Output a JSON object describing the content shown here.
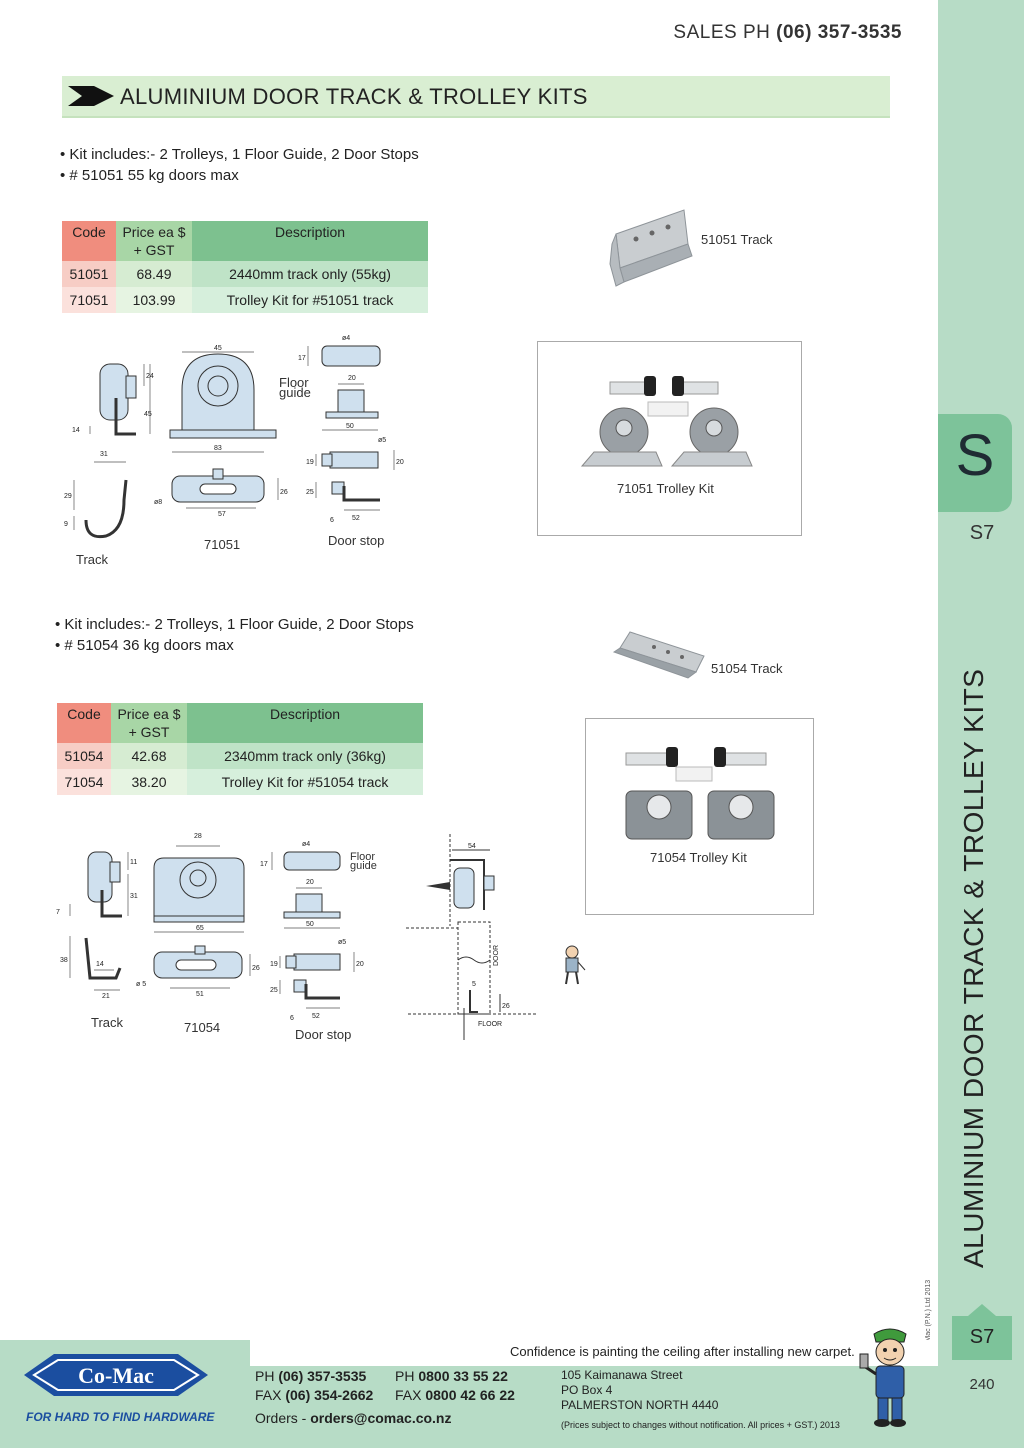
{
  "header": {
    "sales_prefix": "SALES  PH ",
    "sales_phone": "(06) 357-3535",
    "title": "ALUMINIUM DOOR TRACK & TROLLEY KITS"
  },
  "side": {
    "tab_letter": "S",
    "section_top": "S7",
    "vertical_title": "ALUMINIUM  DOOR TRACK & TROLLEY KITS",
    "copyright": "© Co-Mac (P.N.) Ltd 2013",
    "section_bottom": "S7",
    "page_number": "240"
  },
  "kit1": {
    "bullets": [
      "• Kit includes:-  2 Trolleys, 1 Floor Guide, 2 Door Stops",
      "• # 51051 55 kg doors max"
    ],
    "table": {
      "headers": [
        "Code",
        "Price ea $ + GST",
        "Description"
      ],
      "rows": [
        {
          "code": "51051",
          "price": "68.49",
          "desc": "2440mm track only (55kg)"
        },
        {
          "code": "71051",
          "price": "103.99",
          "desc": "Trolley Kit for #51051 track"
        }
      ]
    },
    "track_caption": "51051 Track",
    "trolley_caption": "71051 Trolley Kit",
    "labels": {
      "floor_guide": "Floor guide",
      "track": "Track",
      "model": "71051",
      "door_stop": "Door stop"
    },
    "dims": {
      "d45t": "45",
      "d24": "24",
      "d45": "45",
      "d14": "14",
      "d31": "31",
      "d29": "29",
      "d9": "9",
      "d83": "83",
      "d26": "26",
      "d57": "57",
      "d8": "ø8",
      "d17": "17",
      "dphi4": "ø4",
      "d20": "20",
      "d50": "50",
      "dphi5": "ø5",
      "d19": "19",
      "d20b": "20",
      "d25": "25",
      "d6": "6",
      "d52": "52"
    }
  },
  "kit2": {
    "bullets": [
      "• Kit includes:-  2 Trolleys, 1 Floor Guide, 2 Door Stops",
      "• # 51054 36 kg doors max"
    ],
    "table": {
      "headers": [
        "Code",
        "Price ea $ + GST",
        "Description"
      ],
      "rows": [
        {
          "code": "51054",
          "price": "42.68",
          "desc": "2340mm track only (36kg)"
        },
        {
          "code": "71054",
          "price": "38.20",
          "desc": "Trolley Kit for #51054 track"
        }
      ]
    },
    "track_caption": "51054 Track",
    "trolley_caption": "71054 Trolley Kit",
    "labels": {
      "floor_guide": "Floor guide",
      "track": "Track",
      "model": "71054",
      "door_stop": "Door stop",
      "door": "DOOR",
      "floor": "FLOOR"
    },
    "dims": {
      "d28": "28",
      "d11": "11",
      "d31": "31",
      "d7": "7",
      "d38": "38",
      "d14": "14",
      "d21": "21",
      "d65": "65",
      "d26": "26",
      "d5": "ø 5",
      "d51": "51",
      "d17": "17",
      "dphi4": "ø4",
      "d20": "20",
      "d50": "50",
      "dphi5": "ø5",
      "d19": "19",
      "d20b": "20",
      "d25": "25",
      "d6": "6",
      "d52": "52",
      "d54": "54",
      "d5b": "5",
      "d26b": "26"
    }
  },
  "footer": {
    "tagline": "Confidence is painting the ceiling after installing new carpet.",
    "logo": "Co-Mac",
    "slogan": "FOR HARD TO FIND HARDWARE",
    "ph_label": "PH ",
    "ph": "(06) 357-3535",
    "fax_label": "FAX ",
    "fax": "(06) 354-2662",
    "ph2_label": "PH ",
    "ph2": "0800 33 55 22",
    "fax2_label": "FAX ",
    "fax2": "0800 42 66 22",
    "orders_label": "Orders - ",
    "orders": "orders@comac.co.nz",
    "address": [
      "105 Kaimanawa Street",
      "PO Box 4",
      "PALMERSTON NORTH 4440"
    ],
    "disclaimer": "(Prices subject to changes without notification.  All prices + GST.)  2013"
  },
  "colors": {
    "band": "#b7dcc6",
    "tab": "#7dc39a",
    "title_bar": "#d9eed2",
    "code_header": "#f08d7e",
    "logo_blue": "#1b4ea0"
  }
}
